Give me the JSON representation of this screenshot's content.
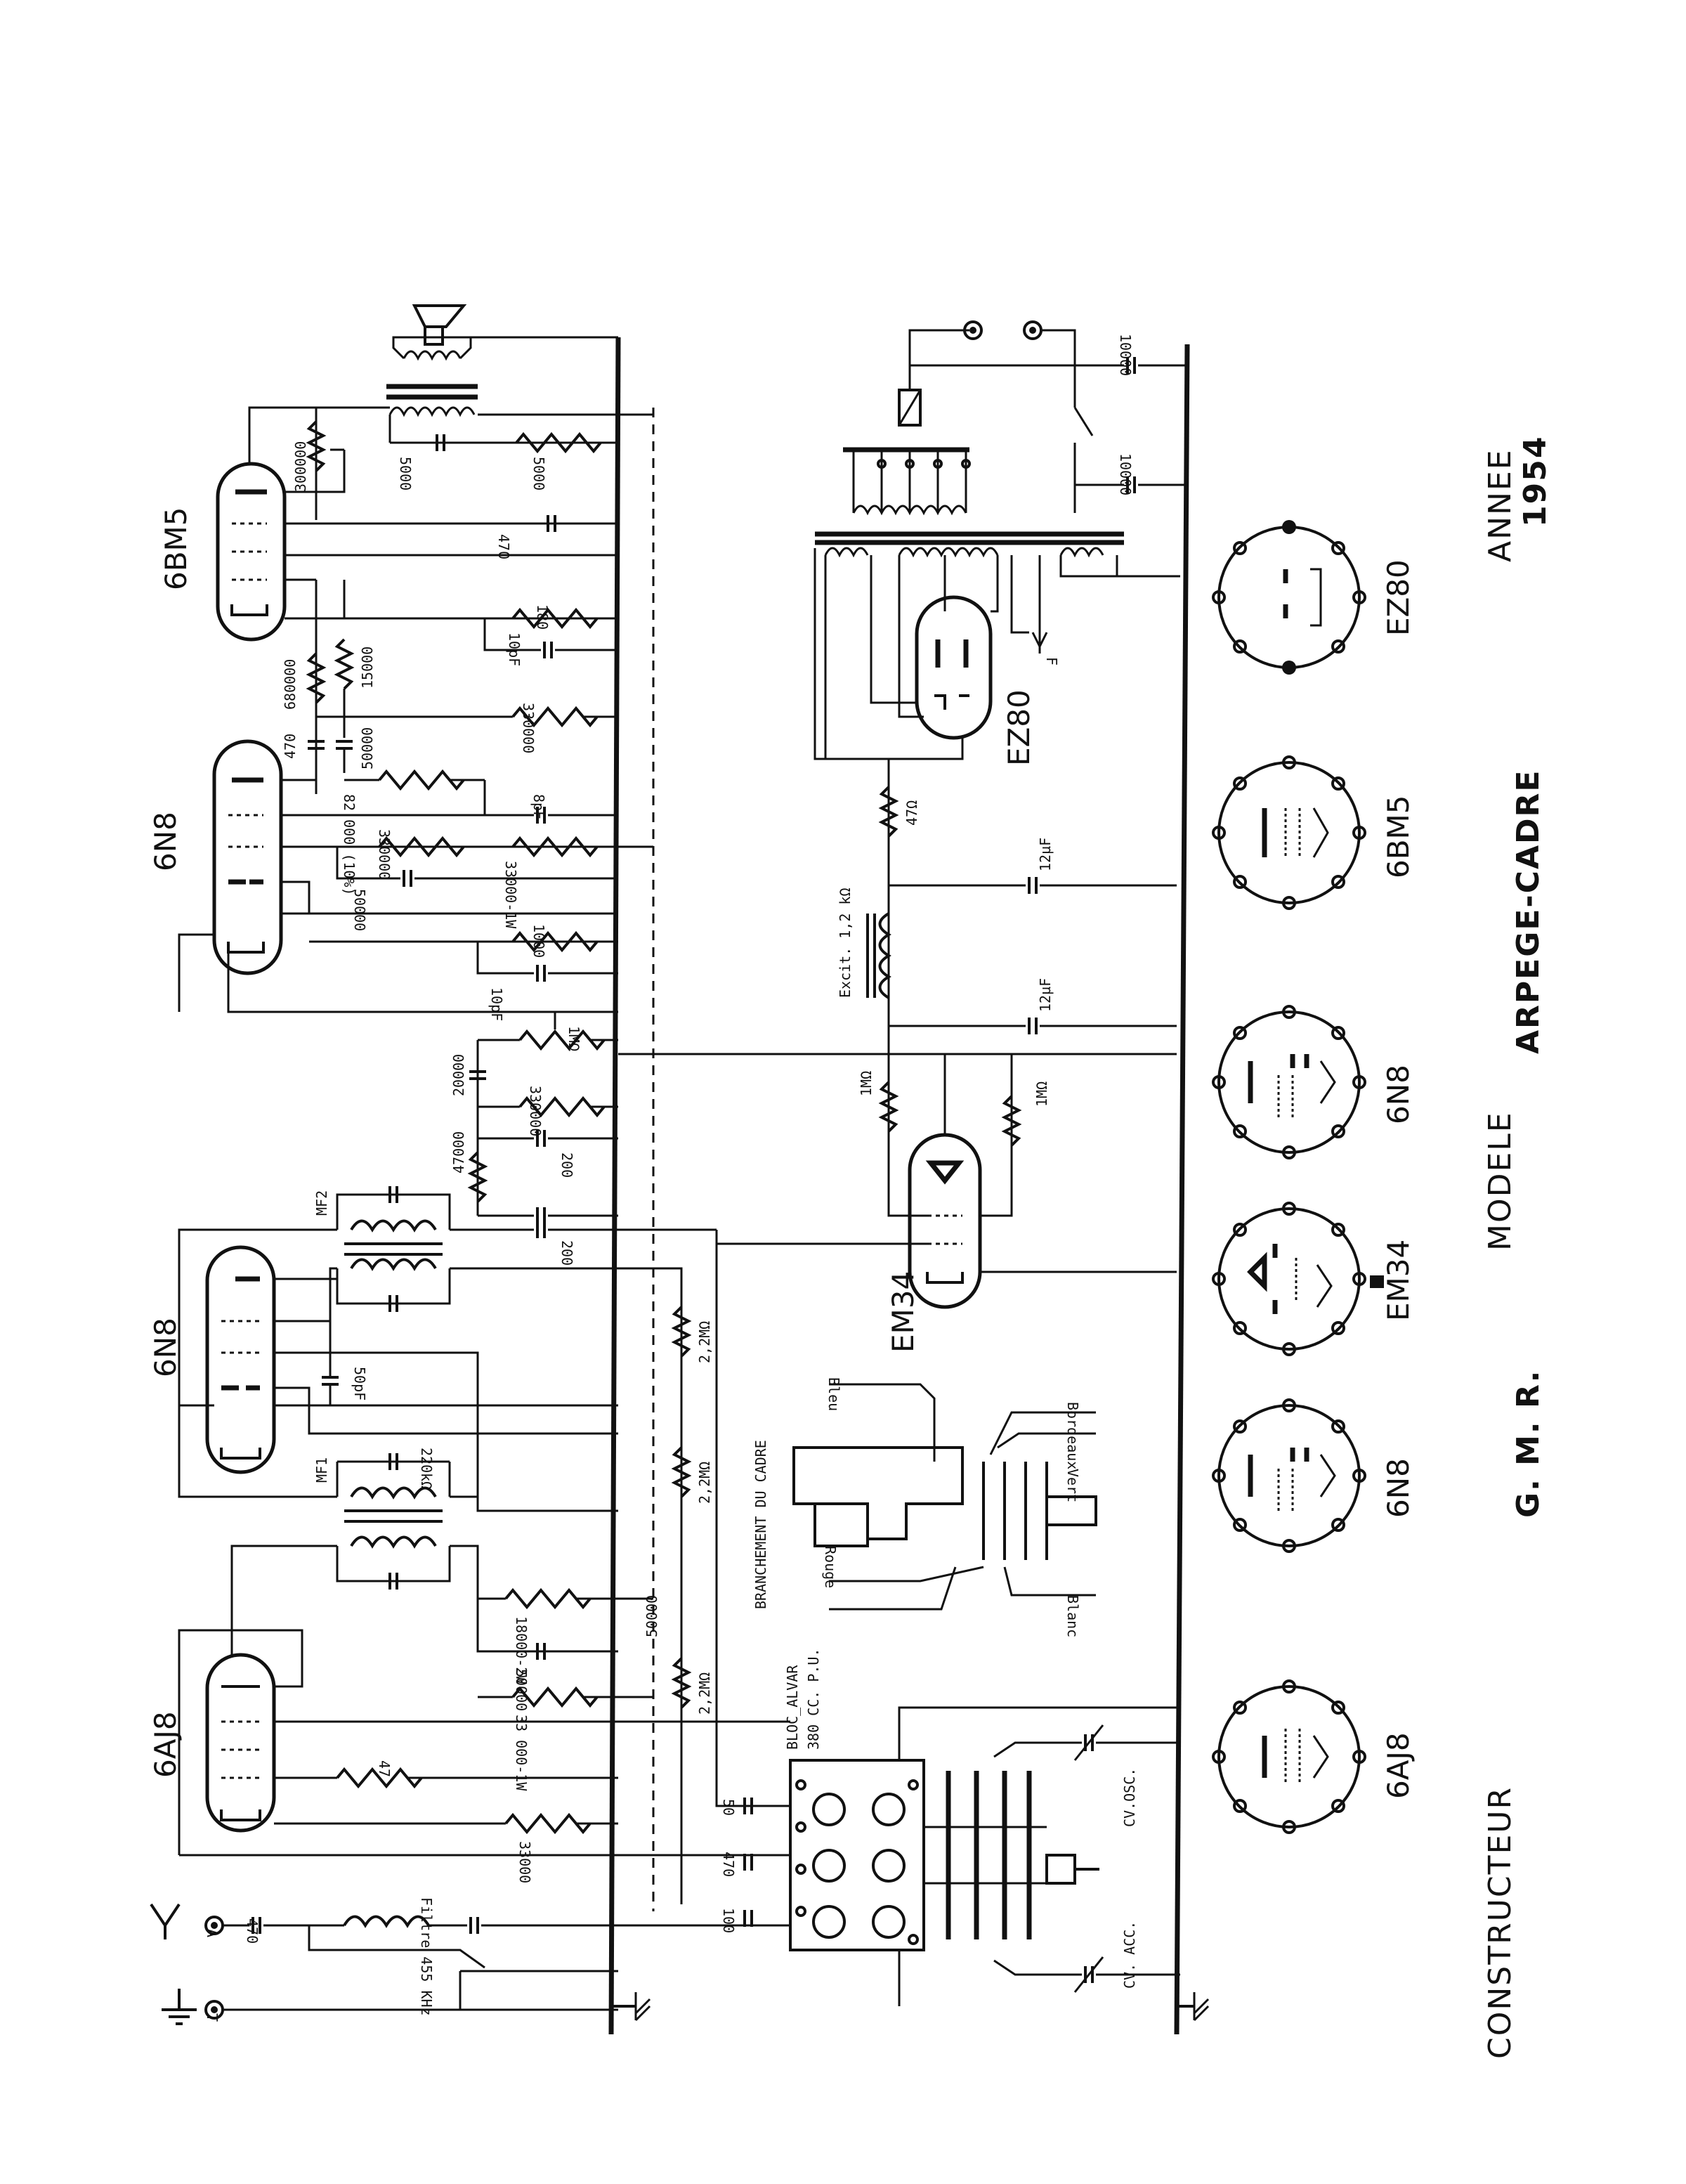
{
  "header": {
    "constructeur_label": "CONSTRUCTEUR",
    "constructeur_value": "G. M. R.",
    "modele_label": "MODELE",
    "modele_value": "ARPEGE-CADRE",
    "annee_label": "ANNEE",
    "annee_value": "1954"
  },
  "tubes": {
    "t_6aj8": "6AJ8",
    "t_6n8a": "6N8",
    "t_6n8b": "6N8",
    "t_6bm5": "6BM5",
    "t_em34": "EM34",
    "t_ez80": "EZ80"
  },
  "bases": [
    "6AJ8",
    "6N8",
    "EM34",
    "6N8",
    "6BM5",
    "EZ80"
  ],
  "components": {
    "c470_ant": "470",
    "filtre": "Filtre 455 KHz",
    "r47": "47",
    "r33000": "33000",
    "r33000_1w_a": "33 000-1W",
    "c50000_a": "50000",
    "r18000_2w": "18000-2W",
    "mf1": "MF1",
    "r220k": "220kΩ",
    "c50pf": "50pF",
    "mf2": "MF2",
    "r47000": "47000",
    "c200_a": "200",
    "c200_b": "200",
    "r330000_a": "330000",
    "c20000": "20000",
    "pot1m": "1MΩ",
    "c10pf_a": "10pF",
    "r1000": "1000",
    "c50000_b": "50000",
    "r33000_1w_b": "33000-1W",
    "r330000_b": "330000",
    "c8pf": "8pF",
    "r82000": "82 000 (10%)",
    "c470_b": "470",
    "c50000_c": "50000",
    "r680000": "680000",
    "r15000": "15000",
    "r330000_c": "330000",
    "c10pf_b": "10pF",
    "r180": "180",
    "c470_c": "470",
    "pot300000": "300000",
    "c5000": "5000",
    "r5000": "5000",
    "r22m_a": "2,2MΩ",
    "r22m_b": "2,2MΩ",
    "r22m_c": "2,2MΩ",
    "c50000_d": "50000",
    "c50": "50",
    "c470_d": "470",
    "c100": "100",
    "bloc": "BLOC_ALVAR",
    "bloc2": "380 CC. P.U.",
    "cvosc": "CV.OSC.",
    "cvacc": "CV. ACC.",
    "cadre": "BRANCHEMENT DU CADRE",
    "bleu": "Bleu",
    "bordeaux": "Bordeaux",
    "vert": "Vert",
    "rouge": "Rouge",
    "blanc": "Blanc",
    "r1m_a": "1MΩ",
    "r1m_b": "1MΩ",
    "c12_a": "12µF",
    "c12_b": "12µF",
    "excit": "Excit. 1,2 kΩ",
    "r47ohm": "47Ω",
    "c10000_a": "10000",
    "c10000_b": "10000",
    "f_label": "F",
    "a_label": "A",
    "t_label": "T"
  }
}
